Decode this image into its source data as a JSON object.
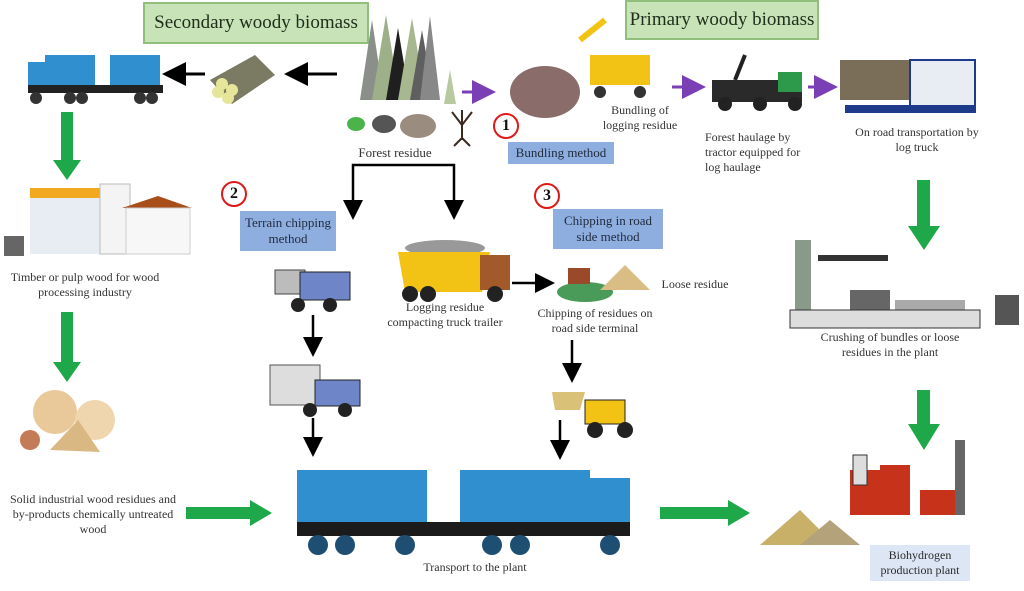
{
  "headers": {
    "secondary": "Secondary woody biomass",
    "primary": "Primary woody biomass"
  },
  "methods": [
    {
      "number": "1",
      "label": "Bundling method"
    },
    {
      "number": "2",
      "label": "Terrain chipping method"
    },
    {
      "number": "3",
      "label": "Chipping in road side method"
    }
  ],
  "captions": {
    "forest_residue": "Forest residue",
    "bundling": "Bundling of logging residue",
    "forest_haulage": "Forest haulage by tractor equipped for log haulage",
    "on_road": "On road transportation by log truck",
    "timber": "Timber or pulp wood for wood processing industry",
    "compacting_truck": "Logging residue compacting truck trailer",
    "chipping_roadside": "Chipping of residues on road side terminal",
    "loose_residue": "Loose residue",
    "crushing": "Crushing of bundles or loose residues in the plant",
    "solid_residues": "Solid industrial wood residues and by-products chemically untreated wood",
    "transport": "Transport to the plant",
    "biohydrogen": "Biohydrogen production plant"
  },
  "colors": {
    "header_fill": "#c8e3b8",
    "method_fill": "#8faee0",
    "flow_arrow_green": "#1ea84a",
    "flow_arrow_purple": "#7a3fb5",
    "number_ring_red": "#e01818",
    "truck_blue": "#2f8fcf"
  }
}
